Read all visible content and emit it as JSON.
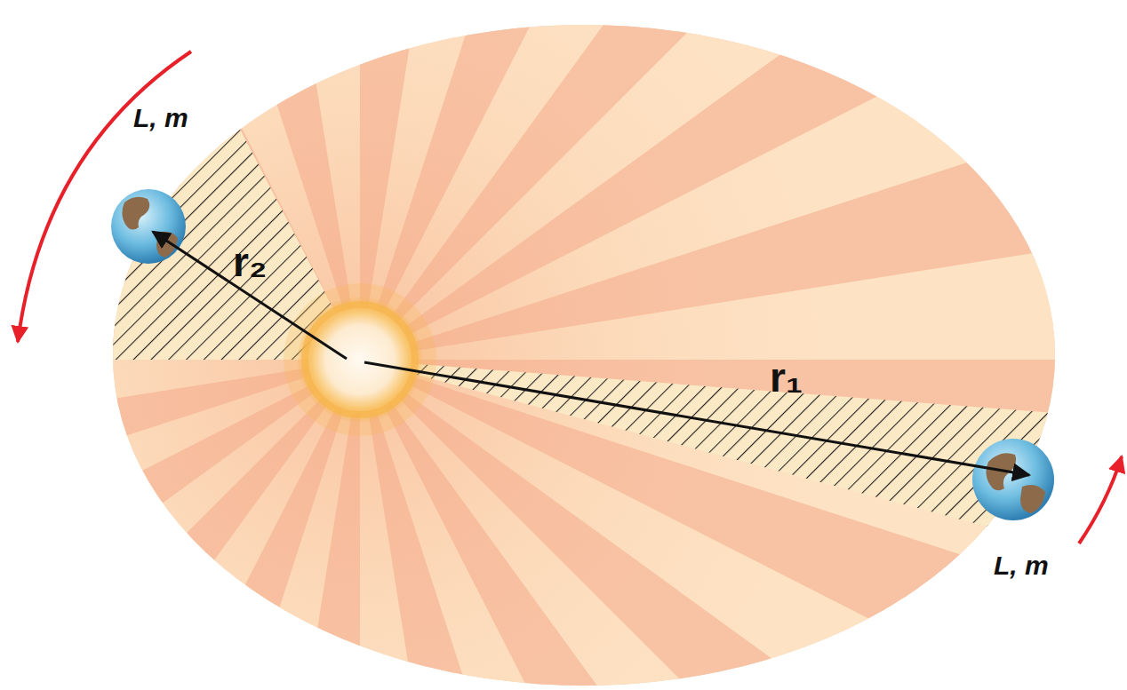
{
  "diagram": {
    "labels": [
      "L, m",
      "r₂",
      "r₁",
      "L, m"
    ]
  }
}
